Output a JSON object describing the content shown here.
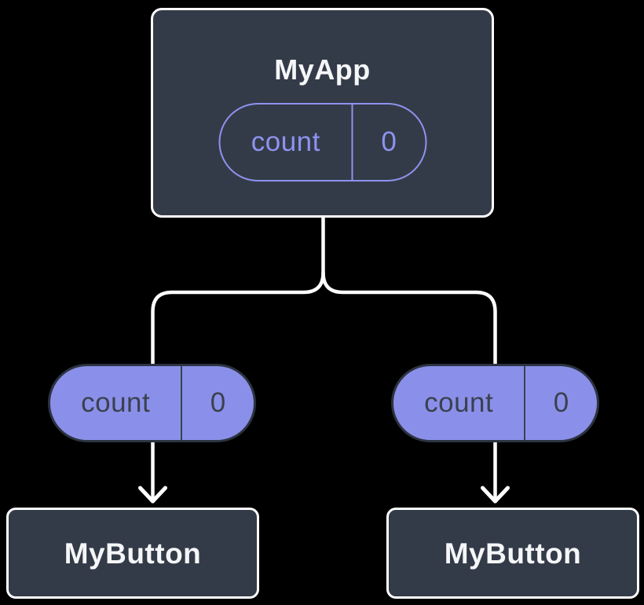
{
  "colors": {
    "background": "#000000",
    "node_fill": "#343b48",
    "node_border": "#ffffff",
    "node_title_text": "#f5f6f8",
    "pill_fill": "#8a90e9",
    "pill_outline": "#8d93ef",
    "pill_dark_border": "#2c3340",
    "pill_dark_text": "#3a414f",
    "connector": "#ffffff"
  },
  "root_node": {
    "title": "MyApp",
    "state_pill": {
      "label": "count",
      "value": "0"
    }
  },
  "prop_pills": [
    {
      "label": "count",
      "value": "0"
    },
    {
      "label": "count",
      "value": "0"
    }
  ],
  "child_nodes": [
    {
      "title": "MyButton"
    },
    {
      "title": "MyButton"
    }
  ],
  "icons": {
    "left_arrow": "down-arrow-icon",
    "right_arrow": "down-arrow-icon"
  }
}
